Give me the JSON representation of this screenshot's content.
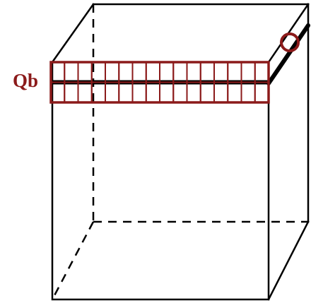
{
  "label": {
    "text": "Qb"
  },
  "colors": {
    "accent": "#8b1a1a",
    "line": "#000000",
    "background": "#ffffff"
  },
  "grid": {
    "columns": 16,
    "rows": 2
  }
}
